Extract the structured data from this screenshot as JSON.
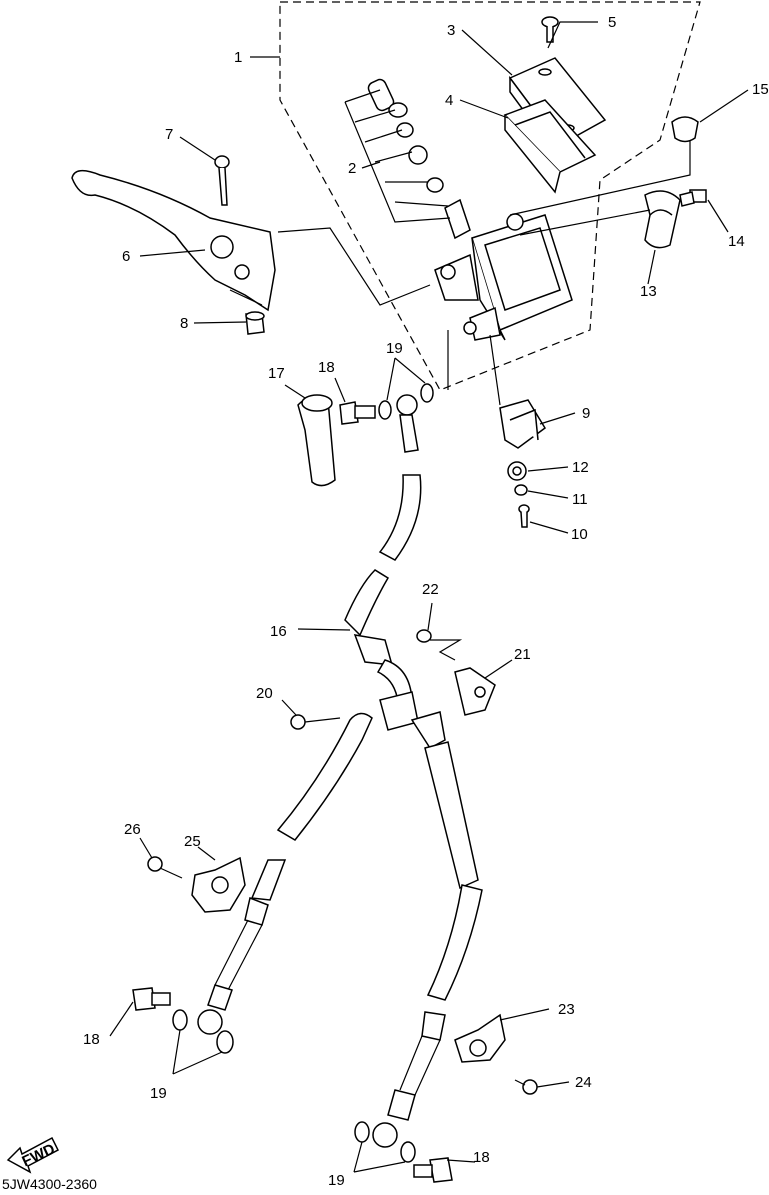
{
  "diagram": {
    "callouts": [
      {
        "id": "c1",
        "label": "1"
      },
      {
        "id": "c2",
        "label": "2"
      },
      {
        "id": "c3",
        "label": "3"
      },
      {
        "id": "c4",
        "label": "4"
      },
      {
        "id": "c5",
        "label": "5"
      },
      {
        "id": "c6",
        "label": "6"
      },
      {
        "id": "c7",
        "label": "7"
      },
      {
        "id": "c8",
        "label": "8"
      },
      {
        "id": "c9",
        "label": "9"
      },
      {
        "id": "c10",
        "label": "10"
      },
      {
        "id": "c11",
        "label": "11"
      },
      {
        "id": "c12",
        "label": "12"
      },
      {
        "id": "c13",
        "label": "13"
      },
      {
        "id": "c14",
        "label": "14"
      },
      {
        "id": "c15",
        "label": "15"
      },
      {
        "id": "c16",
        "label": "16"
      },
      {
        "id": "c17",
        "label": "17"
      },
      {
        "id": "c18a",
        "label": "18"
      },
      {
        "id": "c19a",
        "label": "19"
      },
      {
        "id": "c20",
        "label": "20"
      },
      {
        "id": "c21",
        "label": "21"
      },
      {
        "id": "c22",
        "label": "22"
      },
      {
        "id": "c23",
        "label": "23"
      },
      {
        "id": "c24",
        "label": "24"
      },
      {
        "id": "c25",
        "label": "25"
      },
      {
        "id": "c26",
        "label": "26"
      },
      {
        "id": "c18b",
        "label": "18"
      },
      {
        "id": "c19b",
        "label": "19"
      },
      {
        "id": "c18c",
        "label": "18"
      },
      {
        "id": "c19c",
        "label": "19"
      }
    ],
    "fwd_label": "FWD",
    "diagram_code": "5JW4300-2360"
  }
}
